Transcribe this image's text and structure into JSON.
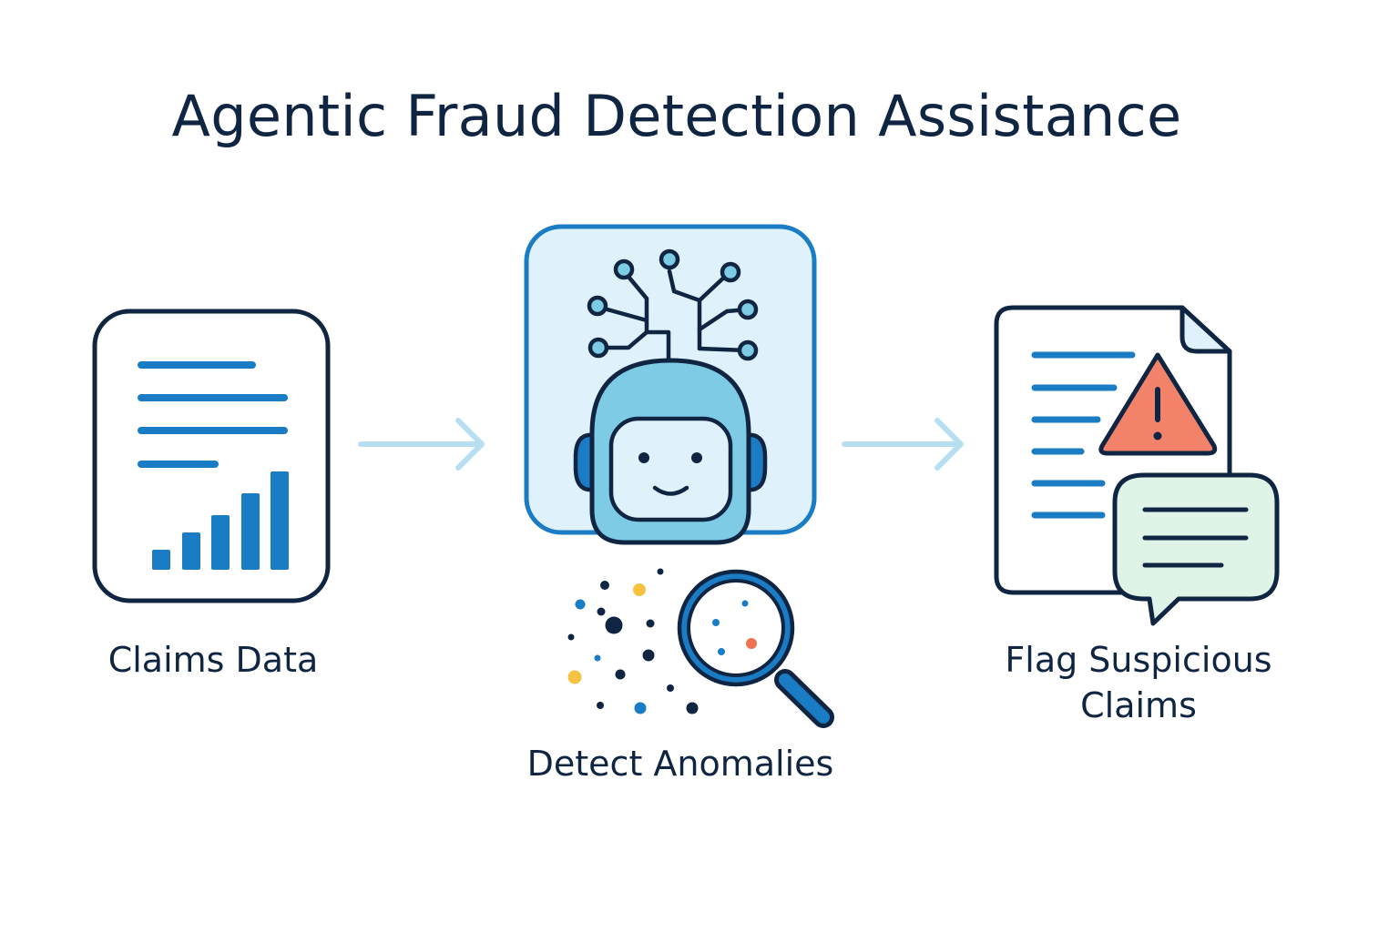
{
  "title": "Agentic Fraud Detection Assistance",
  "steps": [
    {
      "label": "Claims Data",
      "icon": "document-chart-icon"
    },
    {
      "label": "Detect Anomalies",
      "icon": "ai-agent-robot-icon"
    },
    {
      "label": "Flag Suspicious\nClaims",
      "icon": "flagged-document-icon"
    }
  ],
  "colors": {
    "ink": "#0f2542",
    "blue": "#1a7cc4",
    "light_blue": "#dff1fb",
    "robot_blue": "#7ecbe6",
    "arrow": "#b8def2",
    "warning": "#f3826a",
    "chat_green": "#dff3e6",
    "dot_yellow": "#f5c242",
    "dot_red": "#f0734f"
  }
}
